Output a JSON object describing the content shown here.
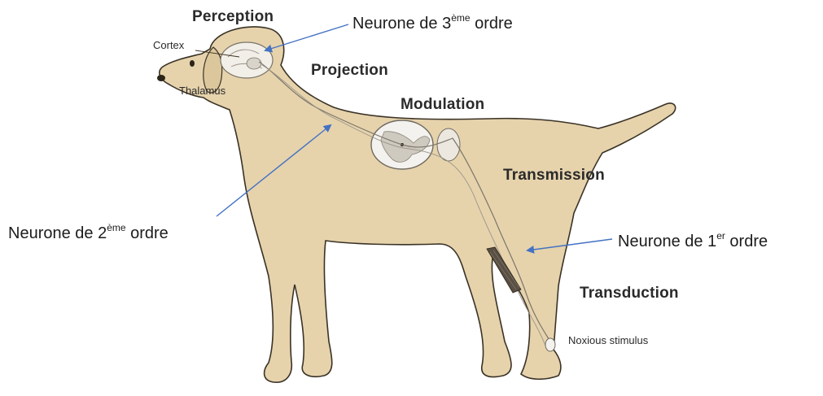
{
  "labels": {
    "perception": "Perception",
    "projection": "Projection",
    "modulation": "Modulation",
    "transmission": "Transmission",
    "transduction": "Transduction",
    "cortex": "Cortex",
    "thalamus": "Thalamus",
    "noxious_stimulus": "Noxious stimulus"
  },
  "neurons": {
    "third": {
      "prefix": "Neurone de 3",
      "sup": "ème",
      "suffix": " ordre"
    },
    "second": {
      "prefix": "Neurone de 2",
      "sup": "ème",
      "suffix": " ordre"
    },
    "first": {
      "prefix": "Neurone de 1",
      "sup": "er",
      "suffix": " ordre"
    }
  },
  "colors": {
    "dog_fill": "#e6d3ac",
    "outline": "#3a3226",
    "arrow": "#4472c4"
  }
}
